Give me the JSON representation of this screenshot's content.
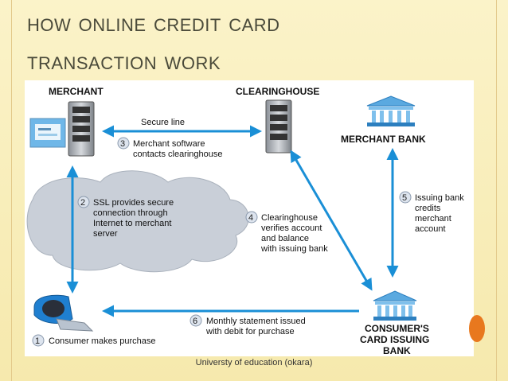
{
  "title": {
    "line1": "How Online Credit card",
    "line2": "transaction work"
  },
  "diagram": {
    "nodes": {
      "merchant": "MERCHANT",
      "clearinghouse": "CLEARINGHOUSE",
      "merchant_bank": "MERCHANT BANK",
      "consumer_bank_line1": "CONSUMER'S",
      "consumer_bank_line2": "CARD ISSUING",
      "consumer_bank_line3": "BANK"
    },
    "secure_line": "Secure line",
    "steps": [
      {
        "num": "1",
        "lines": [
          "Consumer makes purchase"
        ]
      },
      {
        "num": "2",
        "lines": [
          "SSL provides secure",
          "connection through",
          "Internet to merchant",
          "server"
        ]
      },
      {
        "num": "3",
        "lines": [
          "Merchant software",
          "contacts clearinghouse"
        ]
      },
      {
        "num": "4",
        "lines": [
          "Clearinghouse",
          "verifies account",
          "and balance",
          "with issuing bank"
        ]
      },
      {
        "num": "5",
        "lines": [
          "Issuing bank",
          "credits",
          "merchant",
          "account"
        ]
      },
      {
        "num": "6",
        "lines": [
          "Monthly statement issued",
          "with debit for purchase"
        ]
      }
    ],
    "arrow_color": "#1a8fd6"
  },
  "footer": "Universty of education (okara)"
}
